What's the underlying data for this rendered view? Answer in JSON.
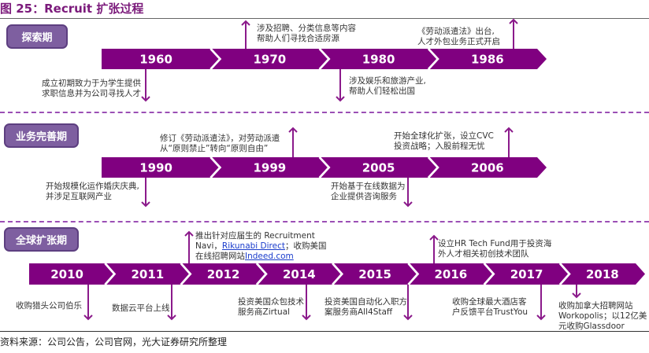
{
  "title": "图 25：Recruit 扩张过程",
  "colors": {
    "bar": "#800080",
    "phase": "#7e5fa0",
    "arrow": "#8b1a8b"
  },
  "rows": [
    {
      "phase": "探索期",
      "years": [
        "1960",
        "1970",
        "1980",
        "1986"
      ],
      "notes": [
        "涉及招聘、分类信息等内容\n帮助人们寻找合适房源",
        "成立初期致力于为学生提供\n求职信息并为公司寻找人才",
        "涉及娱乐和旅游产业,\n帮助人们轻松出国",
        "《劳动派遣法》出台,\n人才外包业务正式开启"
      ]
    },
    {
      "phase": "业务完善期",
      "years": [
        "1990",
        "1999",
        "2005",
        "2006"
      ],
      "notes": [
        "修订《劳动派遣法》，对劳动派遣\n从“原则禁止”转向“原则自由”",
        "开始规模化运作婚庆庆典,\n并涉足互联网产业",
        "开始全球化扩张，设立CVC\n投资战略；入股前程无忧",
        "开始基于在线数据为\n企业提供咨询服务"
      ]
    },
    {
      "phase": "全球扩张期",
      "years": [
        "2010",
        "2011",
        "2012",
        "2014",
        "2015",
        "2016",
        "2017",
        "2018"
      ],
      "notes": {
        "n2012a": "推出针对应届生的 Recruitment",
        "n2012b": "Navi，",
        "n2012link1": "Rikunabi Direct",
        "n2012c": "；收购美国",
        "n2012d": "在线招聘网站",
        "n2012link2": "Indeed.com",
        "n2010": "收购猎头公司伯乐",
        "n2011": "数据云平台上线",
        "n2014": "投资美国众包技术\n服务商Zirtual",
        "n2015": "投资美国自动化入职方\n案服务商All4Staff",
        "n2016": "设立HR Tech Fund用于投资海\n外人才相关初创技术团队",
        "n2017": "收购全球最大酒店客\n户反馈平台TrustYou",
        "n2018": "收购加拿大招聘网站\nWorkopolis；以12亿美\n元收购Glassdoor"
      }
    }
  ],
  "source": "资料来源：公司公告，公司官网，光大证券研究所整理"
}
